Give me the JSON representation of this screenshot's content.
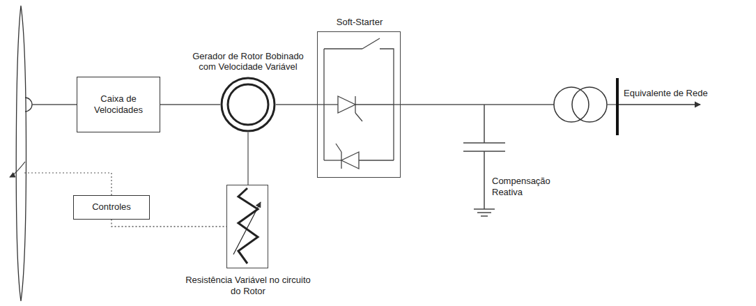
{
  "diagram": {
    "nodes": [
      {
        "text": [
          "Caixa de Velocidades"
        ]
      },
      {
        "text": [
          "Gerador de Rotor Bobinado com Velocidade Variável"
        ]
      },
      {
        "text": [
          "Soft-Starter"
        ]
      },
      {
        "text": [
          "Controles"
        ]
      },
      {
        "text": [
          "Resistência Variável no circuito do Rotor"
        ]
      }
    ],
    "edges": [
      {
        "from": 0,
        "to": 1,
        "arrow": "none"
      },
      {
        "from": 1,
        "to": 2,
        "arrow": "none"
      },
      {
        "from": 1,
        "to": 4,
        "arrow": "none"
      },
      {
        "from": 3,
        "to": 4,
        "arrow": "none"
      }
    ],
    "labels": [
      "Compensação Reativa",
      "Equivalente de Rede"
    ]
  }
}
